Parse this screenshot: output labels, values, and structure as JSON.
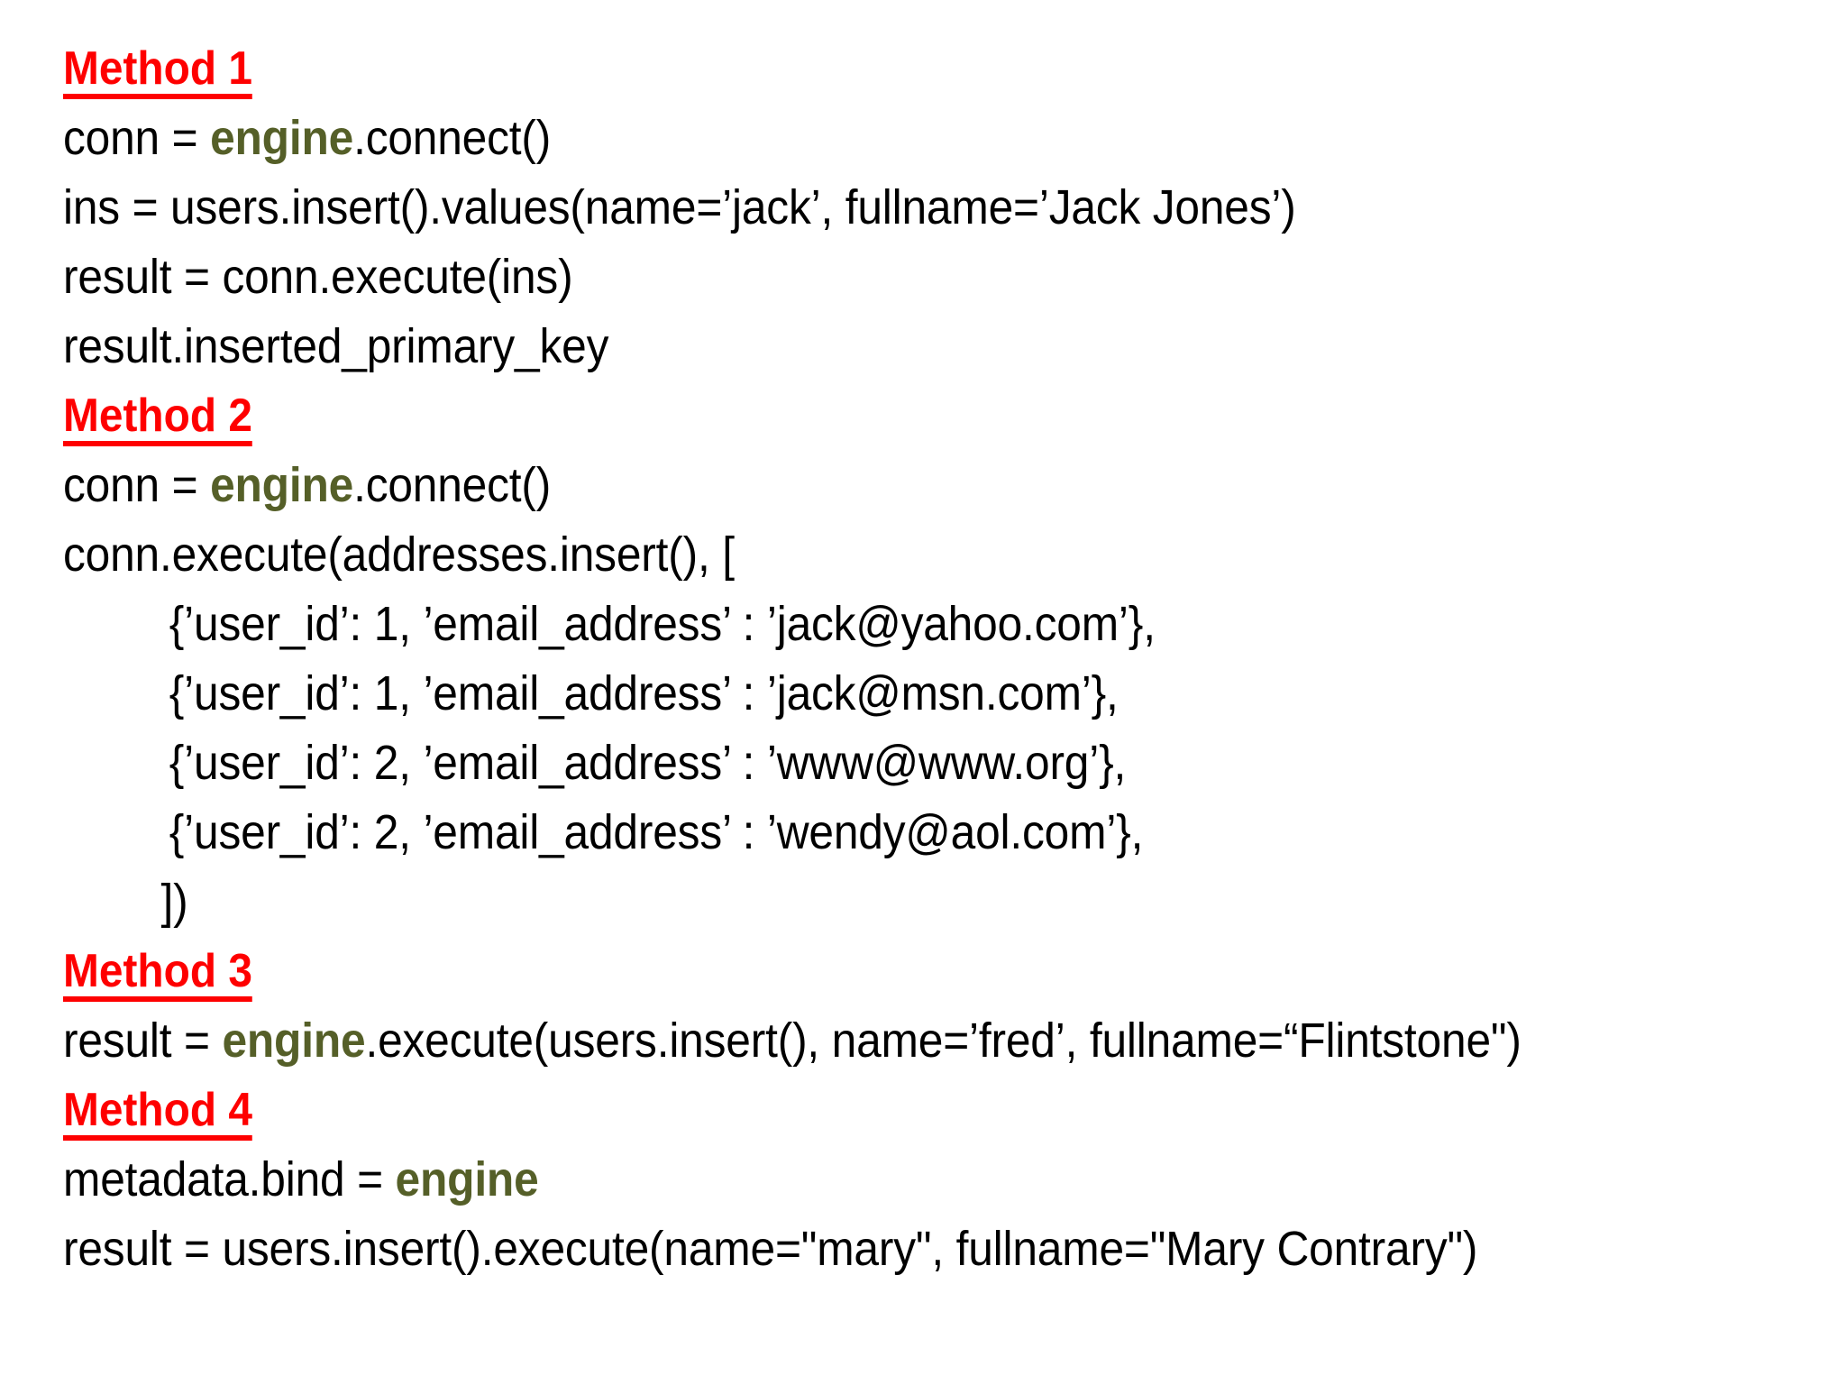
{
  "slide": {
    "background_color": "#ffffff",
    "text_color": "#000000",
    "heading_color": "#fe0000",
    "keyword_color": "#555f28",
    "keyword": "engine"
  },
  "sections": [
    {
      "heading": "Method 1",
      "lines": [
        {
          "pre": "conn = ",
          "kw": "engine",
          "post": ".connect()"
        },
        {
          "pre": "ins = users.insert().values(name=’jack’, fullname=’Jack Jones’)"
        },
        {
          "pre": "result = conn.execute(ins)"
        },
        {
          "pre": "result.inserted_primary_key"
        }
      ]
    },
    {
      "heading": "Method 2",
      "lines": [
        {
          "pre": "conn = ",
          "kw": "engine",
          "post": ".connect()"
        },
        {
          "pre": "conn.execute(addresses.insert(), ["
        },
        {
          "pre": "{’user_id’: 1, ’email_address’ : ’jack@yahoo.com’},",
          "indent": 1
        },
        {
          "pre": "{’user_id’: 1, ’email_address’ : ’jack@msn.com’},",
          "indent": 1
        },
        {
          "pre": "{’user_id’: 2, ’email_address’ : ’www@www.org’},",
          "indent": 1
        },
        {
          "pre": "{’user_id’: 2, ’email_address’ : ’wendy@aol.com’},",
          "indent": 1
        },
        {
          "pre": "])",
          "indent": 2
        }
      ]
    },
    {
      "heading": "Method 3",
      "lines": [
        {
          "pre": "result = ",
          "kw": "engine",
          "post": ".execute(users.insert(), name=’fred’, fullname=“Flintstone\")"
        }
      ]
    },
    {
      "heading": "Method 4",
      "lines": [
        {
          "pre": "metadata.bind = ",
          "kw": "engine"
        },
        {
          "pre": "result = users.insert().execute(name=\"mary\", fullname=\"Mary Contrary\")"
        }
      ]
    }
  ]
}
